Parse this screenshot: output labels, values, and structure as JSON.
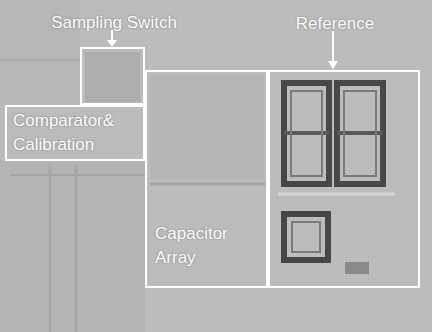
{
  "diagram": {
    "nodes": [
      {
        "text": [
          "Sampling Switch"
        ]
      },
      {
        "text": [
          "Reference"
        ]
      },
      {
        "text": [
          "Comparator& Calibration"
        ]
      },
      {
        "text": [
          "Capacitor Array"
        ]
      }
    ]
  }
}
